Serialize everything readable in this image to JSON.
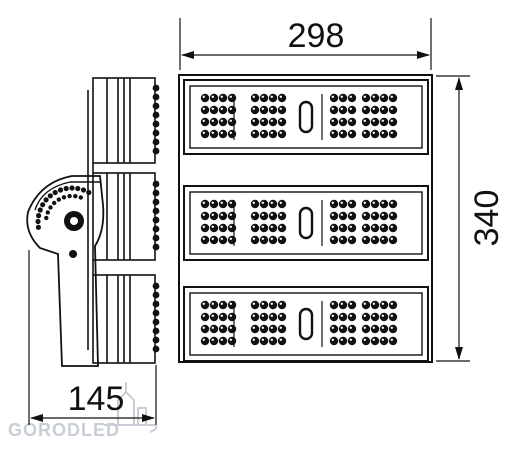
{
  "dimensions": {
    "width": "298",
    "height": "340",
    "depth": "145"
  },
  "watermark": {
    "text": "GORODLED",
    "color": "#c9ced6"
  },
  "product": {
    "led_modules": 3,
    "line_color": "#111111",
    "led_color": "#111111"
  }
}
